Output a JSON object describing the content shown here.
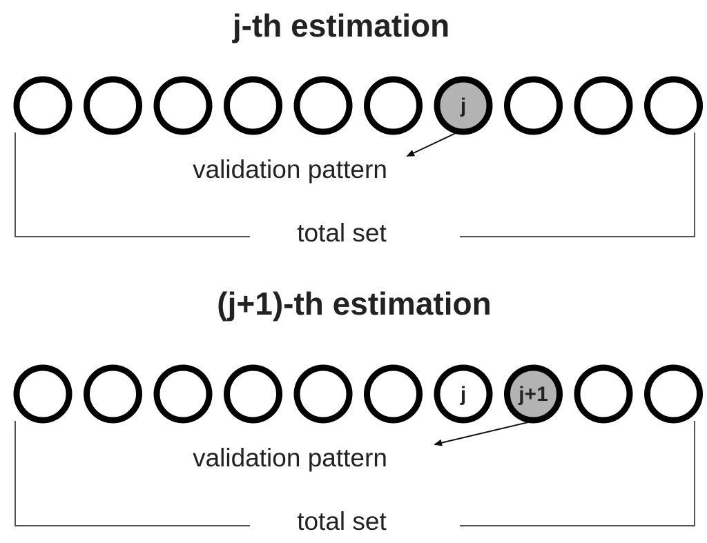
{
  "panels": [
    {
      "title": "j-th estimation",
      "circles": [
        {
          "label": "",
          "shaded": false
        },
        {
          "label": "",
          "shaded": false
        },
        {
          "label": "",
          "shaded": false
        },
        {
          "label": "",
          "shaded": false
        },
        {
          "label": "",
          "shaded": false
        },
        {
          "label": "",
          "shaded": false
        },
        {
          "label": "j",
          "shaded": true
        },
        {
          "label": "",
          "shaded": false
        },
        {
          "label": "",
          "shaded": false
        },
        {
          "label": "",
          "shaded": false
        }
      ],
      "pointer_label": "validation pattern",
      "set_label": "total set"
    },
    {
      "title": "(j+1)-th estimation",
      "circles": [
        {
          "label": "",
          "shaded": false
        },
        {
          "label": "",
          "shaded": false
        },
        {
          "label": "",
          "shaded": false
        },
        {
          "label": "",
          "shaded": false
        },
        {
          "label": "",
          "shaded": false
        },
        {
          "label": "",
          "shaded": false
        },
        {
          "label": "j",
          "shaded": false
        },
        {
          "label": "j+1",
          "shaded": true
        },
        {
          "label": "",
          "shaded": false
        },
        {
          "label": "",
          "shaded": false
        }
      ],
      "pointer_label": "validation pattern",
      "set_label": "total set"
    }
  ],
  "colors": {
    "shaded_fill": "#b3b3b3",
    "empty_fill": "#ffffff",
    "outline": "#000000"
  }
}
